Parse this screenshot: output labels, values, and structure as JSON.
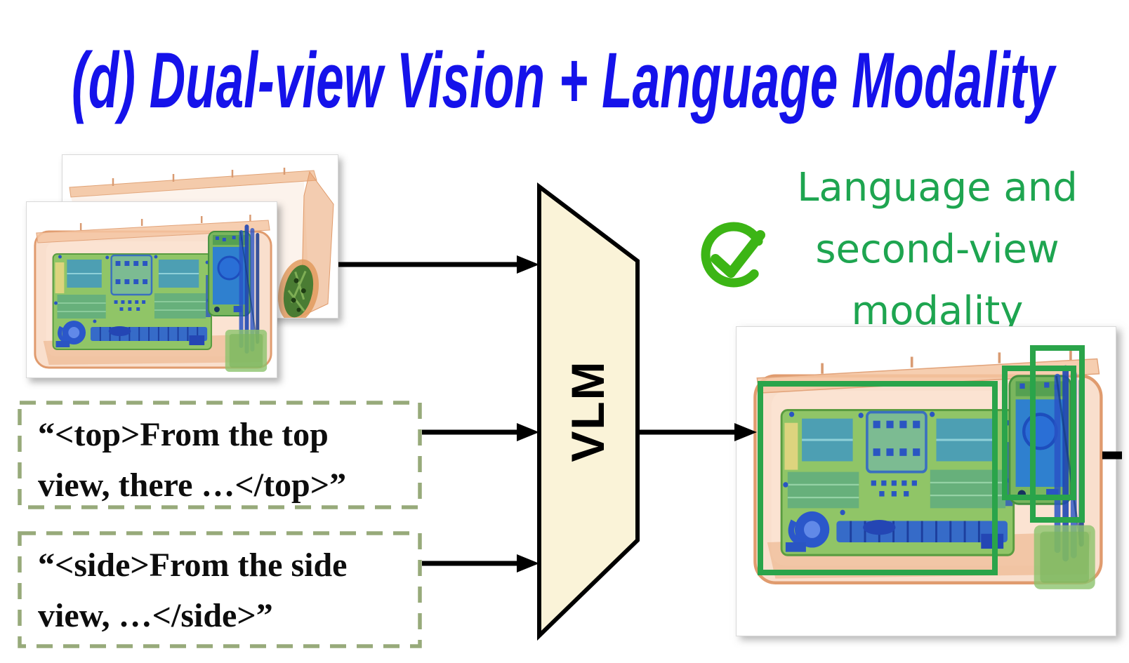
{
  "title": {
    "text": "(d) Dual-view Vision + Language Modality"
  },
  "prompts": {
    "top": {
      "line1": "“<top>From the top",
      "line2": "view, there …</top>”"
    },
    "side": {
      "line1": "“<side>From the side",
      "line2": "view, …</side>”"
    }
  },
  "model": {
    "label": "VLM"
  },
  "annotation": {
    "line1": "Language and",
    "line2": "second-view",
    "line3": "modality"
  },
  "icons": {
    "check": "check-circle-icon"
  },
  "colors": {
    "title_blue": "#1512ea",
    "annotation_green": "#1ea550",
    "check_green": "#3cb515",
    "detection_green": "#2aa44a",
    "dashed_border": "#97aa7a",
    "vlm_fill": "#faf3d8",
    "arrow_black": "#000000",
    "tray_orange": "#efae82",
    "board_green": "#90c567",
    "component_blue": "#2a55c2"
  }
}
